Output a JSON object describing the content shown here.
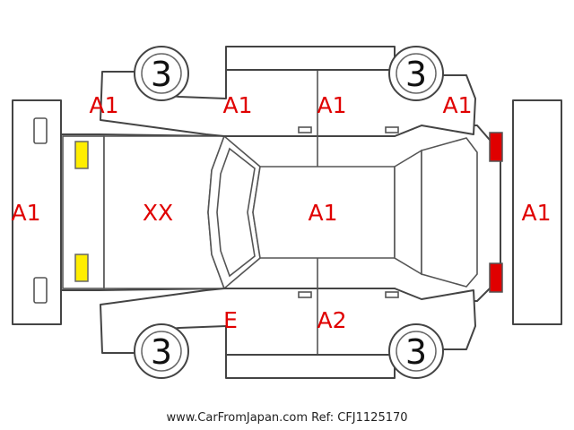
{
  "diagram": {
    "damage_codes": {
      "front_left_fender": "A1",
      "front_left_door": "A1",
      "rear_left_door": "A1",
      "rear_left_quarter": "A1",
      "front_bumper": "A1",
      "hood": "XX",
      "roof": "A1",
      "rear_bumper": "A1",
      "front_right_door": "E",
      "rear_right_door": "A2"
    },
    "wheels": {
      "front_left": "3",
      "rear_left": "3",
      "front_right": "3",
      "rear_right": "3"
    },
    "colors": {
      "code_text": "#e00000",
      "headlight": "#ffee00",
      "taillight": "#e00000",
      "outline": "#444444"
    },
    "footer": "www.CarFromJapan.com Ref: CFJ1125170"
  }
}
